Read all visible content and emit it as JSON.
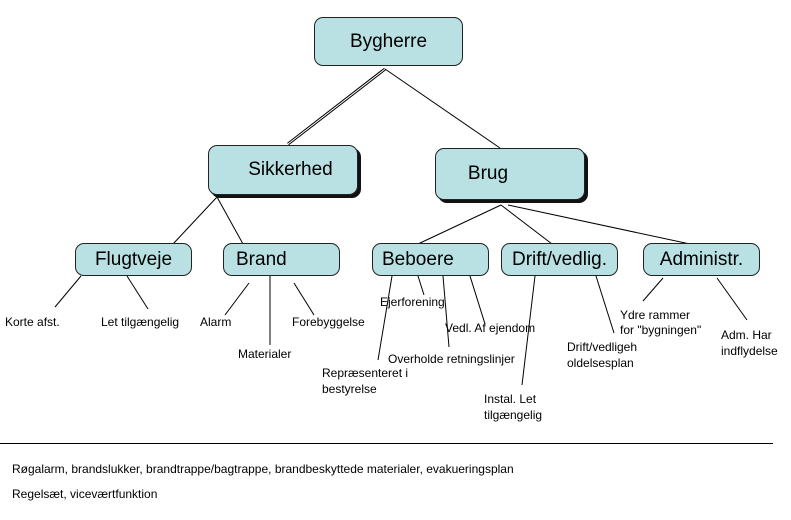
{
  "diagram": {
    "root": "Bygherre",
    "level1": [
      "Sikkerhed",
      "Brug"
    ],
    "level2": [
      "Flugtveje",
      "Brand",
      "Beboere",
      "Drift/vedlig.",
      "Administr."
    ],
    "leaves": {
      "flugtveje": [
        "Korte afst.",
        "Let tilgængelig"
      ],
      "brand": [
        "Alarm",
        "Materialer",
        "Forebyggelse"
      ],
      "beboere": [
        "Ejerforening",
        "Vedl. Af ejendom",
        "Overholde retningslinjer",
        "Repræsenteret i",
        "bestyrelse"
      ],
      "drift": [
        "Instal. Let",
        "tilgængelig",
        "Drift/vedligeh",
        "oldelsesplan"
      ],
      "administr": [
        "Ydre rammer",
        "for \"bygningen\"",
        "Adm. Har",
        "indflydelse"
      ]
    },
    "node_color": "#b9e0e3"
  },
  "notes": [
    "Røgalarm, brandslukker, brandtrappe/bagtrappe, brandbeskyttede materialer, evakueringsplan",
    "Regelsæt, viceværtfunktion"
  ]
}
